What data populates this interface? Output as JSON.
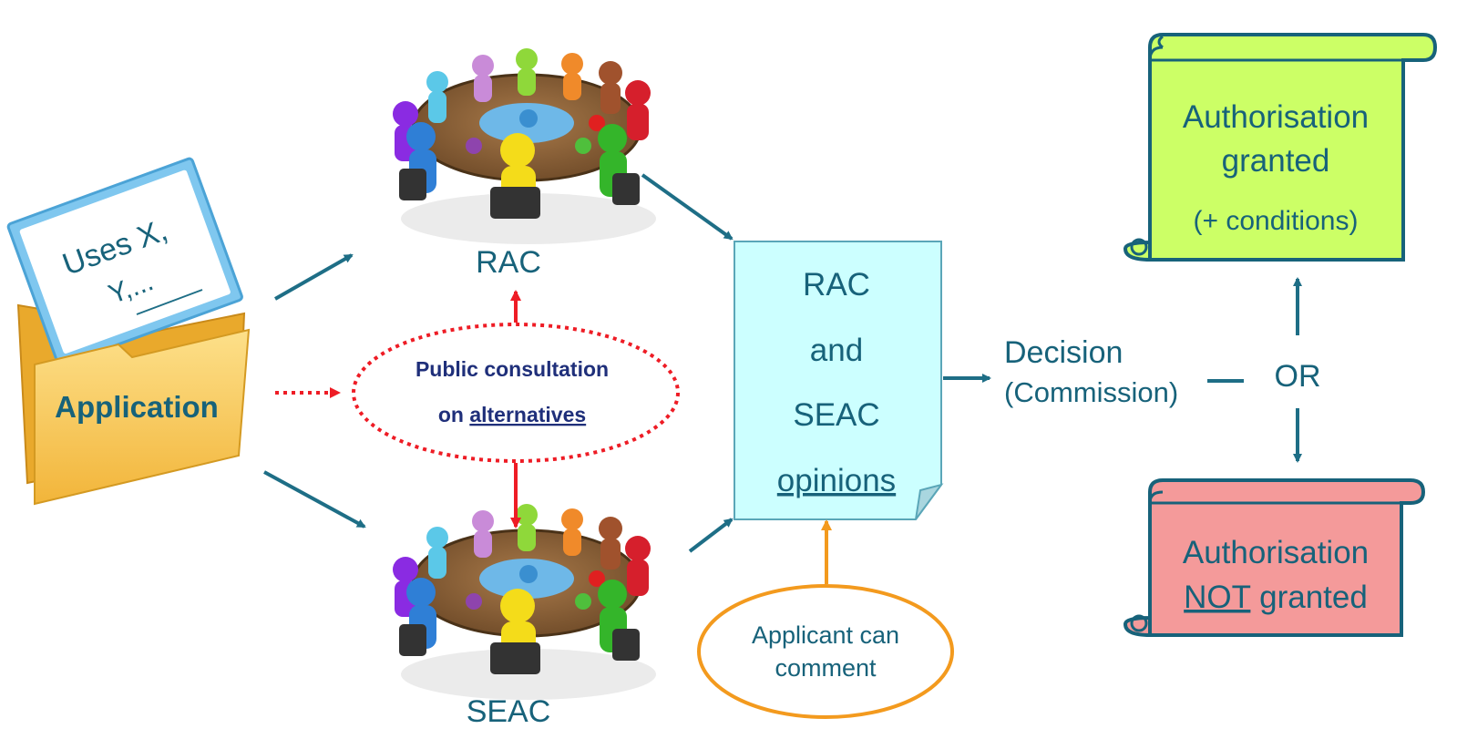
{
  "application": {
    "card_line1": "Uses X,",
    "card_line2": "Y,...",
    "folder_label": "Application"
  },
  "committees": {
    "rac_label": "RAC",
    "seac_label": "SEAC"
  },
  "public_consultation": {
    "line1": "Public consultation",
    "line2_prefix": "on ",
    "line2_underlined": "alternatives"
  },
  "opinions_doc": {
    "line1": "RAC",
    "line2": "and",
    "line3": "SEAC",
    "line4": "opinions"
  },
  "applicant_comment": {
    "line1": "Applicant can",
    "line2": "comment"
  },
  "decision": {
    "label": "Decision",
    "sub_label": "(Commission)",
    "or_label": "OR"
  },
  "outcome_granted": {
    "line1": "Authorisation",
    "line2": "granted",
    "line3": "(+ conditions)"
  },
  "outcome_not_granted": {
    "line1": "Authorisation",
    "line2_underlined": "NOT",
    "line2_rest": " granted"
  },
  "colors": {
    "teal_text": "#17627a",
    "arrow_teal": "#1e6e86",
    "red_dotted": "#ee1c25",
    "orange": "#f39a1e",
    "green_scroll": "#ccff66",
    "red_scroll": "#f49a9a",
    "opinion_fill": "#ccffff",
    "folder": "#f7c64a"
  }
}
